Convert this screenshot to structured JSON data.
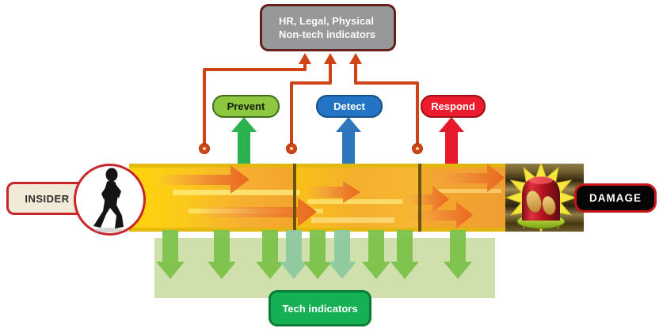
{
  "title_box": {
    "line1": "HR, Legal, Physical",
    "line2": "Non-tech indicators"
  },
  "stages": [
    {
      "label": "Prevent"
    },
    {
      "label": "Detect"
    },
    {
      "label": "Respond"
    }
  ],
  "insider_label": "INSIDER",
  "damage_label": "DAMAGE",
  "tech_label": "Tech indicators",
  "icons": {
    "insider": "walking-person-icon",
    "damage": "alarm-siren-icon"
  },
  "colors": {
    "prevent_fill": "#8dc63f",
    "detect_fill": "#2374c4",
    "respond_fill": "#ea1c2d",
    "prevent_arrow": "#2bb14d",
    "detect_arrow": "#2e77bd",
    "respond_arrow": "#e61a2b",
    "connector_orange": "#cf4416",
    "band_yellow": "#ffd713",
    "band_orange": "#f3a52c",
    "band_arrow_orange": "#ea6d1f",
    "dark_zone_brown": "#55451f",
    "tech_green": "#14b053",
    "light_green_band": "#cfe0ad",
    "down_arrow_green": "#7cc24a",
    "gray_box_fill": "#97989a",
    "gray_box_border": "#64211b",
    "insider_fill": "#f2ead8",
    "damage_fill": "#050505",
    "red_border": "#c8262b"
  }
}
